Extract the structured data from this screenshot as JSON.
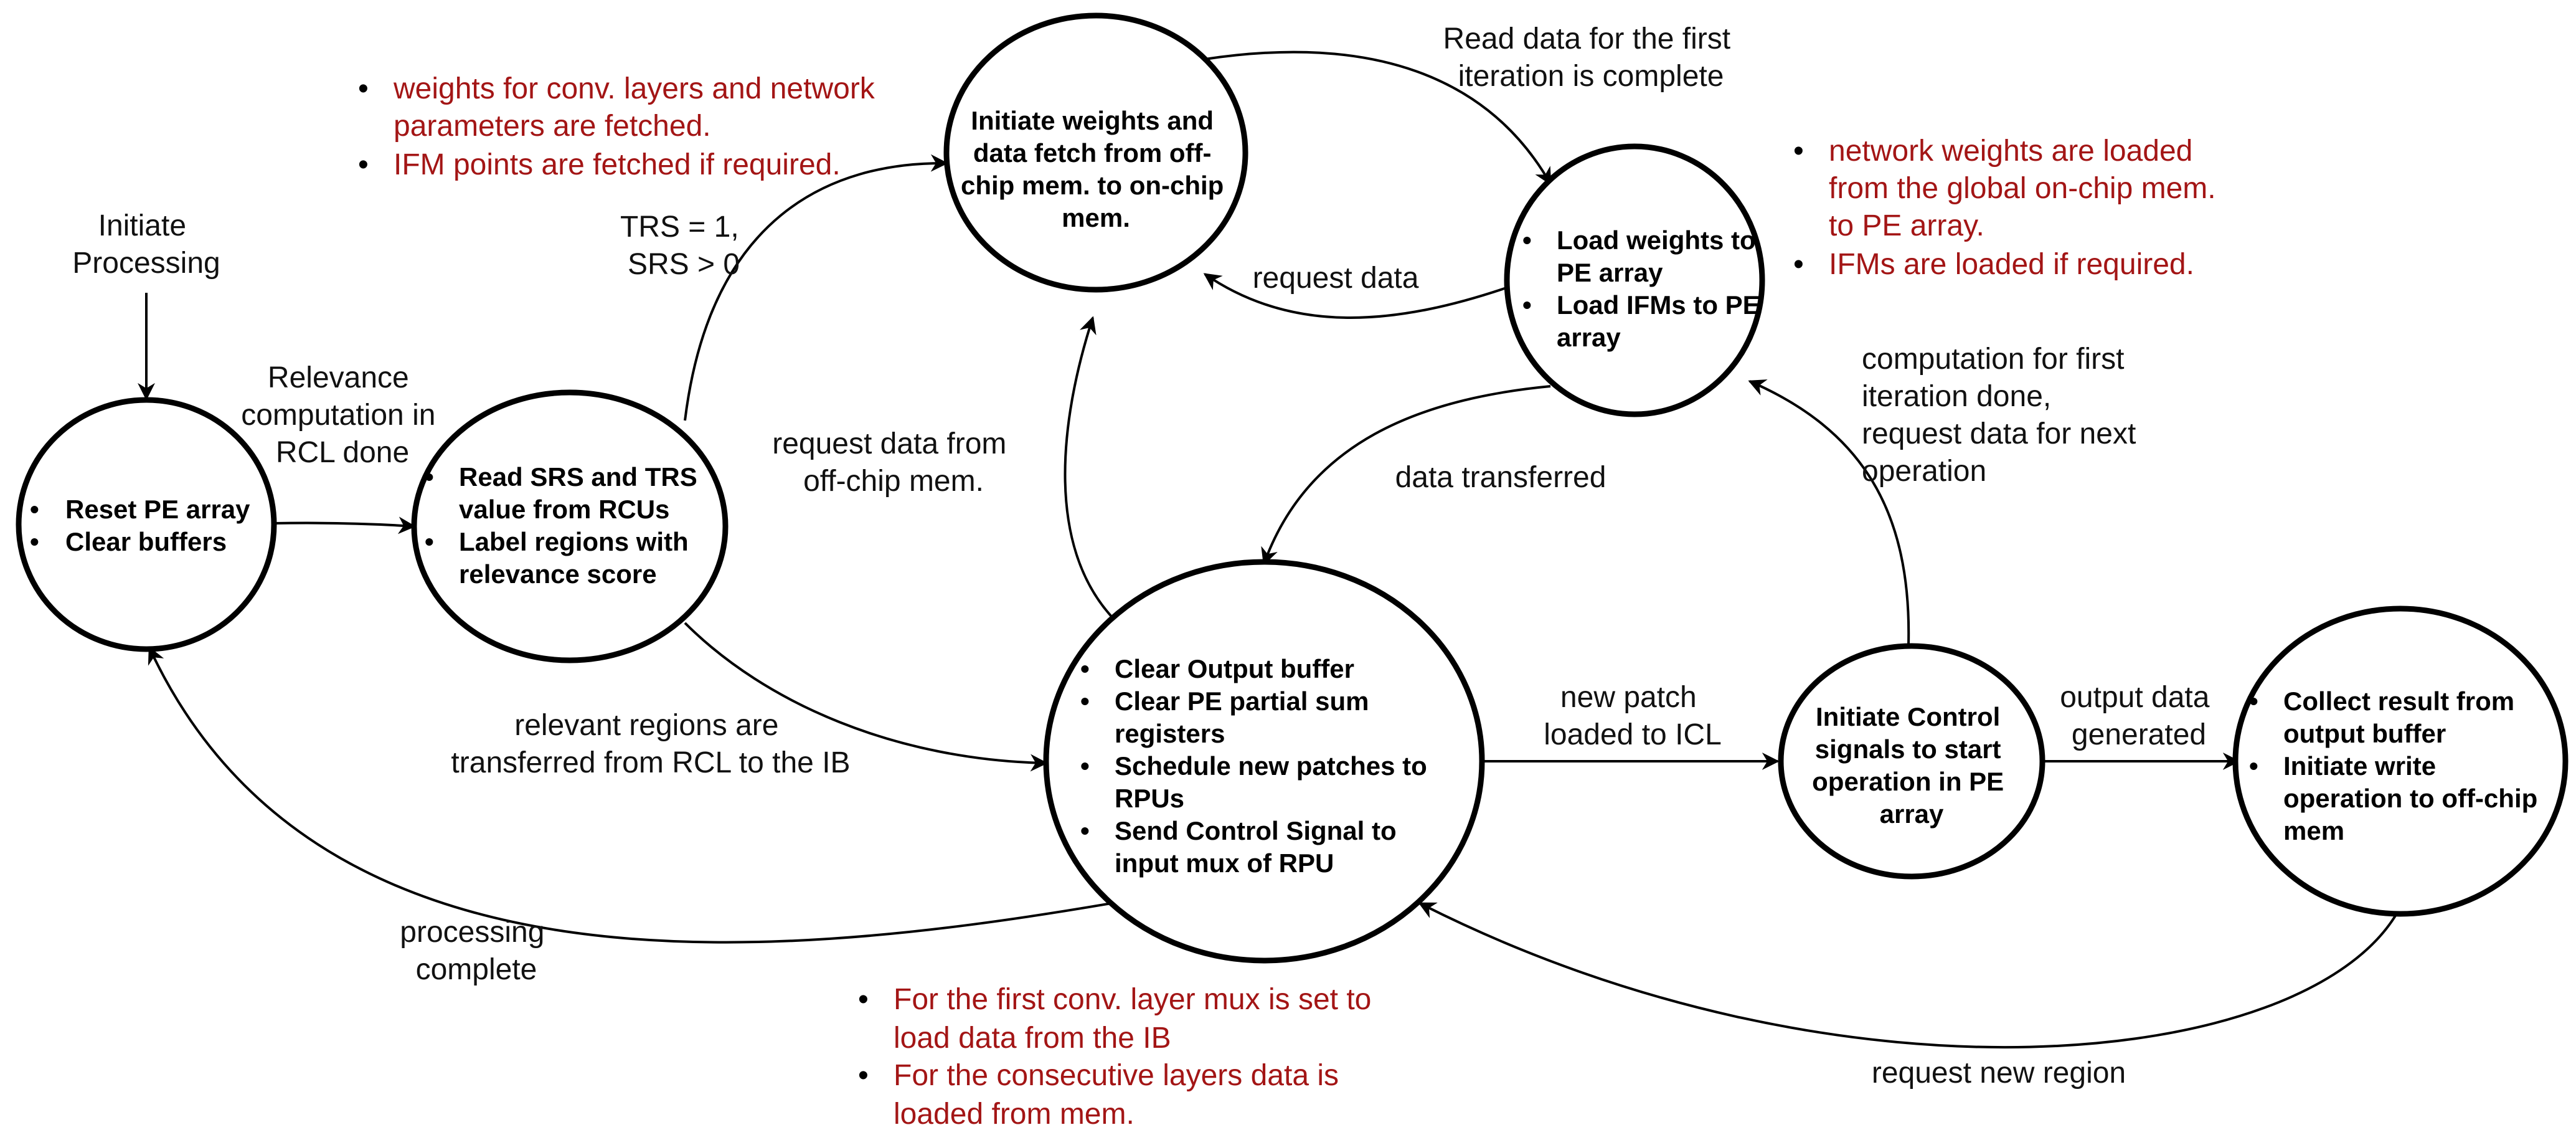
{
  "states": {
    "reset": {
      "items": [
        "Reset PE array",
        "Clear buffers"
      ]
    },
    "read_srs": {
      "items": [
        "Read SRS and TRS value from RCUs",
        "Label regions with relevance score"
      ]
    },
    "fetch": {
      "lines": [
        "Initiate weights and",
        "data fetch from off-",
        "chip mem. to on-chip",
        "mem."
      ]
    },
    "load": {
      "items": [
        "Load weights to PE array",
        "Load IFMs to PE array"
      ]
    },
    "schedule": {
      "items": [
        "Clear Output buffer",
        "Clear PE partial sum registers",
        "Schedule new patches to RPUs",
        "Send Control Signal to input mux of RPU"
      ]
    },
    "control": {
      "lines": [
        "Initiate Control",
        "signals to start",
        "operation in PE",
        "array"
      ]
    },
    "collect": {
      "items": [
        "Collect result from output buffer",
        "Initiate write operation to off-chip mem"
      ]
    }
  },
  "edge_labels": {
    "initiate": [
      "Initiate",
      "Processing"
    ],
    "relevance_done": [
      "Relevance",
      "computation in",
      "RCL done"
    ],
    "trs_srs": [
      "TRS = 1,",
      "SRS > 0"
    ],
    "read_complete": [
      "Read data for the first",
      "iteration is complete"
    ],
    "request_data": [
      "request data"
    ],
    "request_offchip": [
      "request data from",
      "off-chip mem."
    ],
    "data_transferred": [
      "data transferred"
    ],
    "computation_done": [
      "computation for first",
      "iteration done,",
      "request data for next",
      "operation"
    ],
    "relevant_regions": [
      "relevant regions are",
      "transferred from RCL to the IB"
    ],
    "new_patch": [
      "new patch",
      "loaded to ICL"
    ],
    "output_generated": [
      "output data",
      "generated"
    ],
    "processing_complete": [
      "processing",
      "complete"
    ],
    "request_region": [
      "request new region"
    ]
  },
  "notes": {
    "fetch_notes": [
      "weights for conv. layers and network parameters are fetched.",
      "IFM points are fetched if required."
    ],
    "load_notes": [
      "network weights are loaded from the global on-chip mem. to PE array.",
      "IFMs are loaded if required."
    ],
    "mux_notes": [
      "For the first conv. layer mux is set to load data from the IB",
      "For the consecutive layers data is loaded from mem."
    ]
  },
  "colors": {
    "note": "#a31515",
    "stroke": "#000000"
  }
}
